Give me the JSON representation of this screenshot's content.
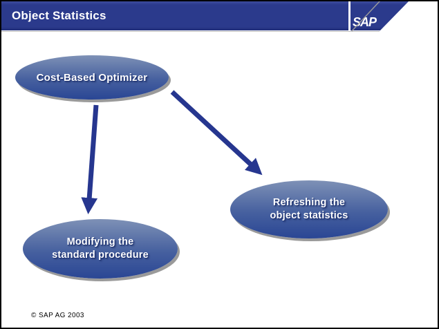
{
  "slide": {
    "title": "Object Statistics",
    "logo_text": "SAP",
    "copyright": "© SAP AG 2003"
  },
  "diagram": {
    "nodes": {
      "optimizer": {
        "label": "Cost-Based Optimizer"
      },
      "refreshing": {
        "line1": "Refreshing the",
        "line2": "object statistics"
      },
      "modifying": {
        "line1": "Modifying the",
        "line2": "standard procedure"
      }
    },
    "edges": [
      {
        "from": "Cost-Based Optimizer",
        "to": "Modifying the standard procedure"
      },
      {
        "from": "Cost-Based Optimizer",
        "to": "Refreshing the object statistics"
      }
    ]
  },
  "colors": {
    "header_blue": "#2b3a8c",
    "header_blue_light": "#3d4c9e",
    "header_blue_dark": "#1f2c78",
    "ellipse_top": "#7e91b6",
    "ellipse_mid": "#46609f",
    "ellipse_bottom": "#2a4694",
    "arrow_blue": "#26368f",
    "shadow_gray": "#9a9a9a",
    "text_shadow_navy": "#1b2f6e"
  }
}
